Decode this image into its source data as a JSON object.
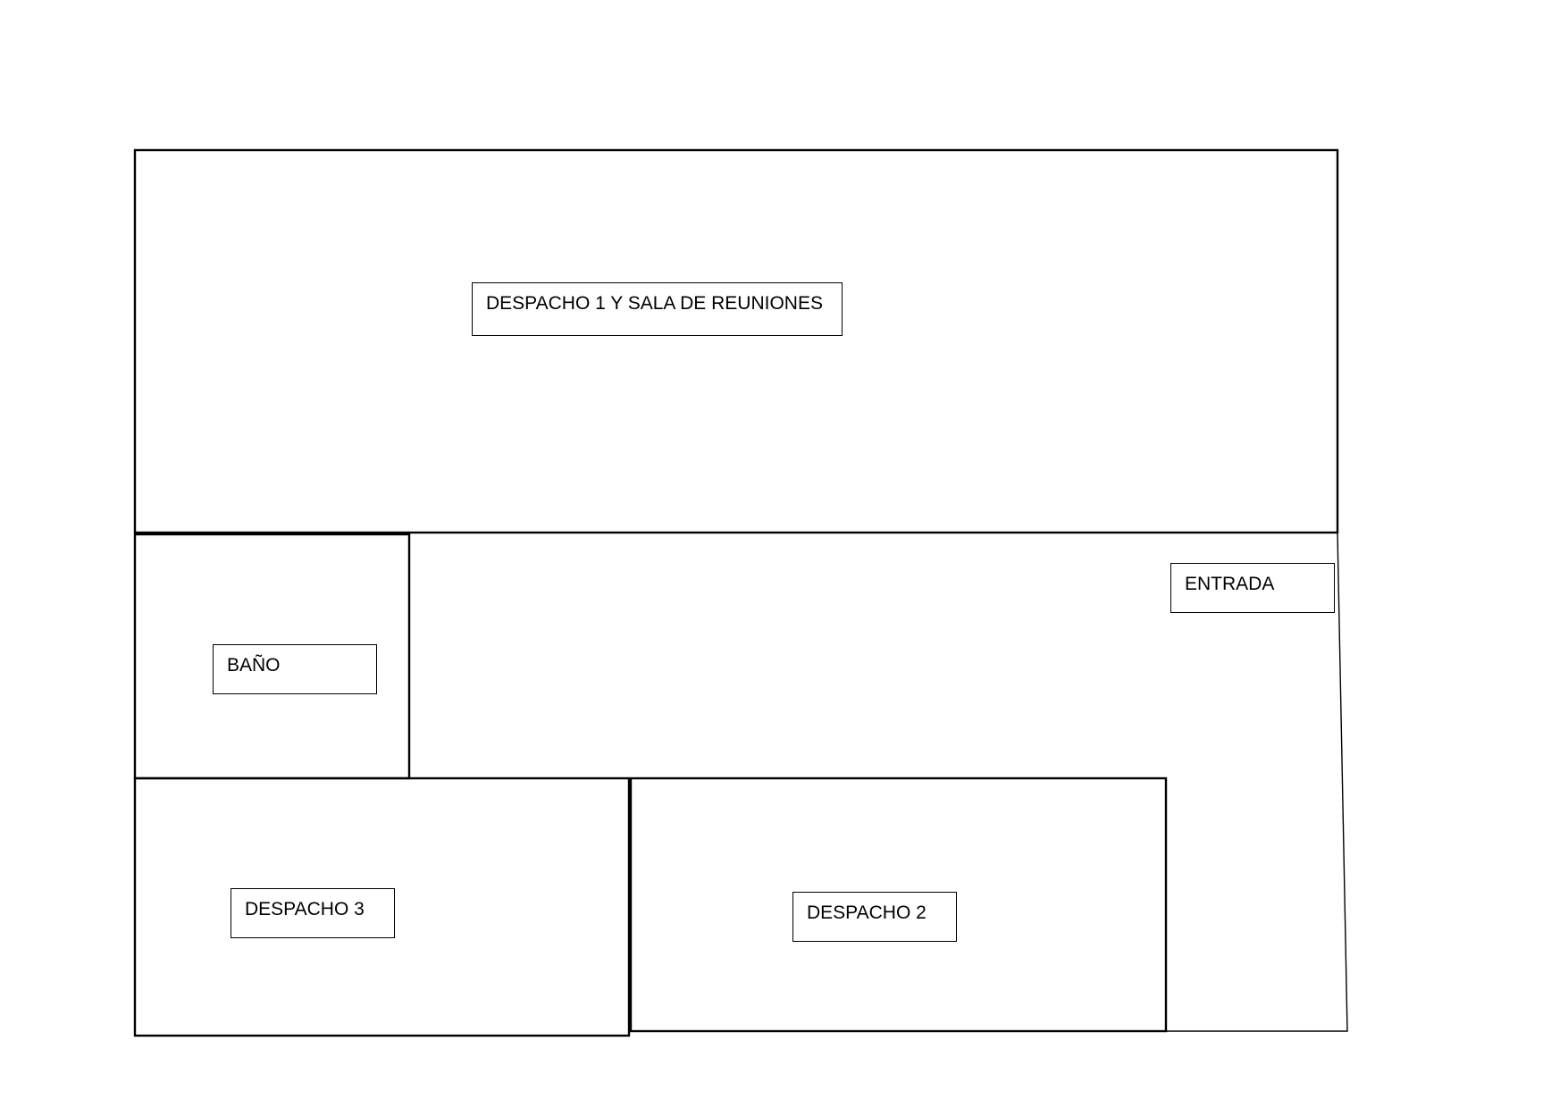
{
  "colors": {
    "background": "#ffffff",
    "lines": "#000000",
    "text": "#000000"
  },
  "rooms": {
    "despacho_1": {
      "label": "DESPACHO 1 Y SALA DE REUNIONES"
    },
    "entrada": {
      "label": "ENTRADA"
    },
    "bano": {
      "label": "BAÑO"
    },
    "despacho_3": {
      "label": "DESPACHO 3"
    },
    "despacho_2": {
      "label": "DESPACHO 2"
    }
  }
}
